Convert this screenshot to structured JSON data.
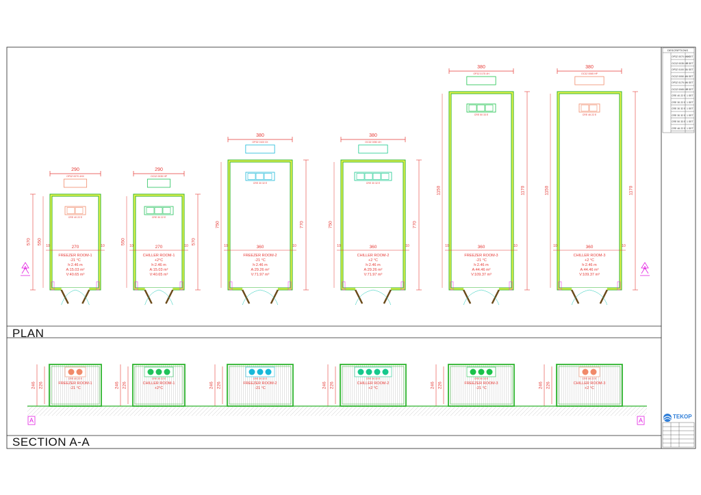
{
  "sheet": {
    "plan_title": "PLAN",
    "section_title": "SECTION A-A",
    "section_marker": "A",
    "logo_text": "TEKOP",
    "colors": {
      "wall": "#2db52d",
      "wall_fill": "#eef44c",
      "dim": "#e53935",
      "marker": "#e21de2",
      "unit": "#18c8b4",
      "frame": "#222222"
    }
  },
  "rooms": [
    {
      "name": "FREEZER ROOM-1",
      "temp": "-21 °C",
      "height": "h:2.46 m",
      "area": "A:15.03 m²",
      "volume": "V:40.65 m³",
      "width_dim": "290",
      "inner_width": "270",
      "wall_left": "10",
      "wall_right": "10",
      "outer_len": "570",
      "inner_len": "550",
      "condenser": "OP3Z 0070 4HX",
      "evaporator": "CRE 40 22 E",
      "unit_color": "#f08a6a",
      "fans": 2
    },
    {
      "name": "CHILLER ROOM-1",
      "temp": "+2°C",
      "height": "h:2.46 m",
      "area": "A:15.03 m²",
      "volume": "V:40.65 m³",
      "width_dim": "290",
      "inner_width": "270",
      "wall_left": "10",
      "wall_right": "10",
      "outer_len": "570",
      "inner_len": "550",
      "condenser": "OC3Z 0035 HP",
      "evaporator": "CRE 30 22 E",
      "unit_color": "#22c25a",
      "fans": 3
    },
    {
      "name": "FREEZER ROOM-2",
      "temp": "-21 °C",
      "height": "h:2.46 m",
      "area": "A:29.26 m²",
      "volume": "V:71.97 m³",
      "width_dim": "380",
      "inner_width": "360",
      "wall_left": "10",
      "wall_right": "10",
      "outer_len": "770",
      "inner_len": "750",
      "condenser": "OP3Z 0100 3X",
      "evaporator": "CRE 30 32 E",
      "unit_color": "#18b8d8",
      "fans": 3
    },
    {
      "name": "CHILLER ROOM-2",
      "temp": "+2 °C",
      "height": "h:2.46 m",
      "area": "A:29.26 m²",
      "volume": "V:71.97 m³",
      "width_dim": "380",
      "inner_width": "360",
      "wall_left": "10",
      "wall_right": "10",
      "outer_len": "770",
      "inner_len": "750",
      "condenser": "OC3Z 0050 4H",
      "evaporator": "CRE 30 32 E",
      "unit_color": "#16c88c",
      "fans": 4
    },
    {
      "name": "FREEZER ROOM-3",
      "temp": "-21 °C",
      "height": "h:2.46 m",
      "area": "A:44.46 m²",
      "volume": "V:109.37 m³",
      "width_dim": "380",
      "inner_width": "360",
      "wall_left": "10",
      "wall_right": "10",
      "outer_len": "1170",
      "inner_len": "1150",
      "condenser": "OP3Z 0175 4H",
      "evaporator": "CRE 50 33 E",
      "unit_color": "#1ac24a",
      "fans": 3
    },
    {
      "name": "CHILLER ROOM-3",
      "temp": "+2 °C",
      "height": "h:2.46 m",
      "area": "A:44.46 m²",
      "volume": "V:109.37 m³",
      "width_dim": "380",
      "inner_width": "360",
      "wall_left": "10",
      "wall_right": "10",
      "outer_len": "1170",
      "inner_len": "1150",
      "condenser": "OC3Z 0065 HP",
      "evaporator": "CRE 46 22 E",
      "unit_color": "#f08a6a",
      "fans": 2
    }
  ],
  "section": {
    "outer_height": "246",
    "inner_height": "226"
  },
  "title_block": {
    "header": "DESCRIPTIONS",
    "rows": [
      {
        "group": "",
        "item": "OP3Z 0070 4HX",
        "qty": "1 SET"
      },
      {
        "group": "",
        "item": "OC3Z 0035 HP",
        "qty": "1 SET"
      },
      {
        "group": "",
        "item": "OP3Z 0100 3X",
        "qty": "1 SET"
      },
      {
        "group": "",
        "item": "OC3Z 0050 4H",
        "qty": "1 SET"
      },
      {
        "group": "",
        "item": "OP3Z 0175 4H",
        "qty": "1 SET"
      },
      {
        "group": "",
        "item": "OC3Z 0065 HP",
        "qty": "1 SET"
      },
      {
        "group": "",
        "item": "CRE 40 22 E",
        "qty": "1 SET"
      },
      {
        "group": "",
        "item": "CRE 30 22 E",
        "qty": "1 SET"
      },
      {
        "group": "",
        "item": "CRE 30 32 E",
        "qty": "1 SET"
      },
      {
        "group": "",
        "item": "CRE 30 32 E",
        "qty": "1 SET"
      },
      {
        "group": "",
        "item": "CRE 50 33 E",
        "qty": "1 SET"
      },
      {
        "group": "",
        "item": "CRE 46 22 E",
        "qty": "1 SET"
      }
    ]
  }
}
